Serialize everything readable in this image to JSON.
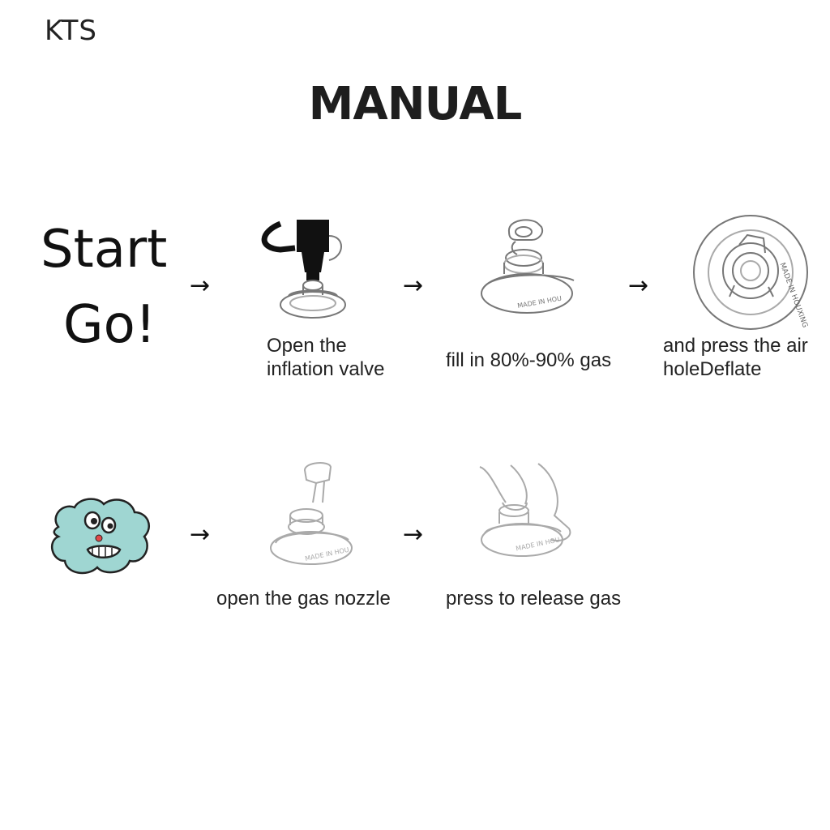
{
  "brand": "KTS",
  "title": "MANUAL",
  "intro": {
    "line1": "Start",
    "line2": "Go!"
  },
  "arrow": "→",
  "steps_row1": [
    {
      "caption_line1": "Open the",
      "caption_line2": "inflation valve",
      "icon": "pump-valve-icon"
    },
    {
      "caption_line1": "fill in 80%-90% gas",
      "icon": "valve-open-icon"
    },
    {
      "caption_line1": "and press the air",
      "caption_line2": "holeDeflate",
      "icon": "valve-top-view-icon"
    }
  ],
  "steps_row2": [
    {
      "caption_line1": "open the gas nozzle",
      "icon": "gas-nozzle-icon"
    },
    {
      "caption_line1": "press to release gas",
      "icon": "press-release-icon"
    }
  ],
  "valve_ring_text": "MADE IN HOUXING",
  "colors": {
    "cloud": "#9fd6d2",
    "pump": "#111111",
    "line": "#777777"
  }
}
